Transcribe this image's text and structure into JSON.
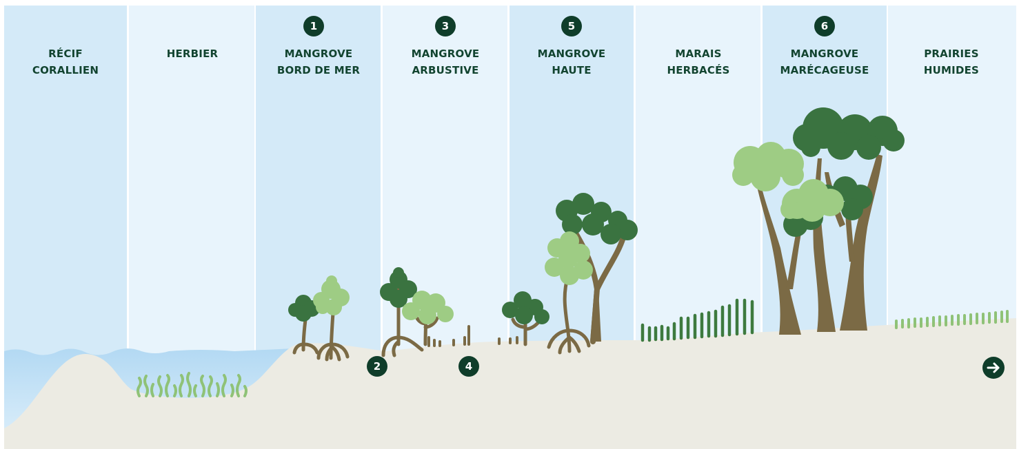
{
  "zones": [
    {
      "line1": "RÉCIF",
      "line2": "CORALLIEN"
    },
    {
      "line1": "HERBIER",
      "line2": ""
    },
    {
      "line1": "MANGROVE",
      "line2": "BORD DE MER"
    },
    {
      "line1": "MANGROVE",
      "line2": "ARBUSTIVE"
    },
    {
      "line1": "MANGROVE",
      "line2": "HAUTE"
    },
    {
      "line1": "MARAIS",
      "line2": "HERBACÉS"
    },
    {
      "line1": "MANGROVE",
      "line2": "MARÉCAGEUSE"
    },
    {
      "line1": "PRAIRIES",
      "line2": "HUMIDES"
    }
  ],
  "markers": [
    "1",
    "2",
    "3",
    "4",
    "5",
    "6"
  ],
  "colors": {
    "band_dark": "#d4eaf8",
    "band_light": "#e8f4fc",
    "water": "#bfe0f6",
    "sediment": "#ecebe3",
    "trunk": "#7b6a45",
    "foliage_dark": "#3a7340",
    "foliage_light": "#9ecc84",
    "seagrass": "#8fc277",
    "marsh_grass": "#3d7a3f",
    "text": "#124430",
    "marker": "#0f3d2a"
  },
  "icons": {
    "next": "arrow-right-icon"
  }
}
